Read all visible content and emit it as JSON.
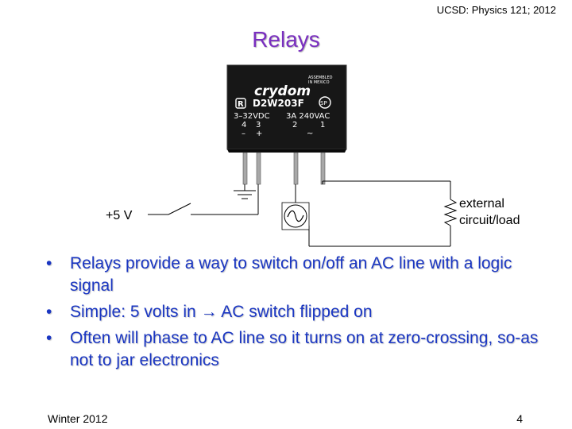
{
  "header": {
    "course": "UCSD: Physics 121; 2012"
  },
  "title": "Relays",
  "relay": {
    "brand": "crydom",
    "model": "D2W203F",
    "assembled": [
      "ASSEMBLED",
      "IN MEXICO"
    ],
    "input_spec": "3–32VDC",
    "output_spec": "3A 240VAC",
    "pins": [
      "4",
      "3",
      "2",
      "1"
    ],
    "pin_marks": [
      "–",
      "+",
      "~"
    ],
    "ul_mark": "R",
    "csa_mark": "SP"
  },
  "labels": {
    "voltage": "+5 V",
    "load_line1": "external",
    "load_line2": "circuit/load"
  },
  "bullets": [
    "Relays provide a way to switch on/off an AC line with a logic signal",
    "Simple: 5 volts in → AC switch flipped on",
    "Often will phase to AC line so it turns on at zero-crossing, so-as not to jar electronics"
  ],
  "bullet_glyph": "•",
  "footer": {
    "left": "Winter 2012",
    "page": "4"
  }
}
